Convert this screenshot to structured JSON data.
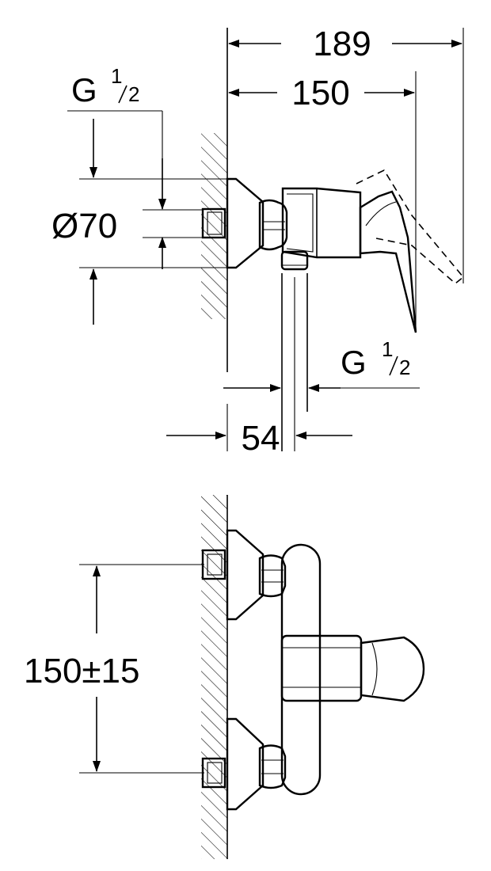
{
  "top_view": {
    "dim_total_depth": "189",
    "dim_handle_depth": "150",
    "dim_inlet_thread_letter": "G",
    "dim_inlet_thread_num": "1",
    "dim_inlet_thread_den": "2",
    "dim_rosette_diameter": "Ø70",
    "dim_outlet_thread_letter": "G",
    "dim_outlet_thread_num": "1",
    "dim_outlet_thread_den": "2",
    "dim_outlet_offset": "54"
  },
  "front_view": {
    "dim_inlet_centers": "150±15"
  }
}
